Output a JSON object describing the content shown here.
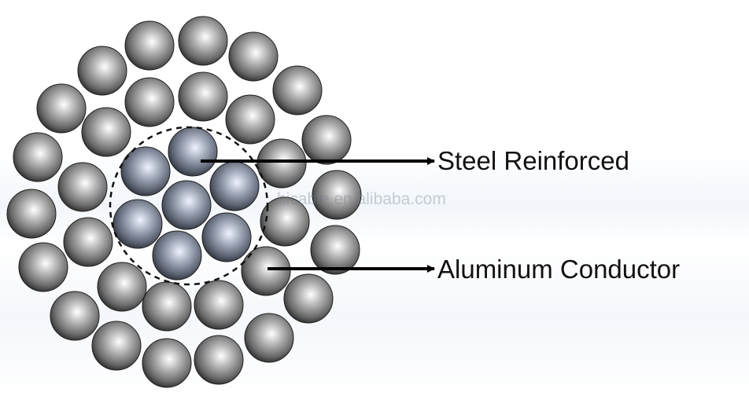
{
  "labels": {
    "steel": "Steel Reinforced",
    "aluminum": "Aluminum Conductor"
  },
  "watermark": "bicable.en.alibaba.com",
  "colors": {
    "strand_highlight": "#ffffff",
    "strand_mid": "#8e8e8e",
    "strand_shadow": "#262626",
    "steel_highlight": "#eef3ff",
    "steel_mid": "#8a94a6",
    "steel_shadow": "#2a2e38",
    "arrow": "#000000",
    "core_boundary": "#111111"
  },
  "core_boundary_style": "dashed-circle"
}
